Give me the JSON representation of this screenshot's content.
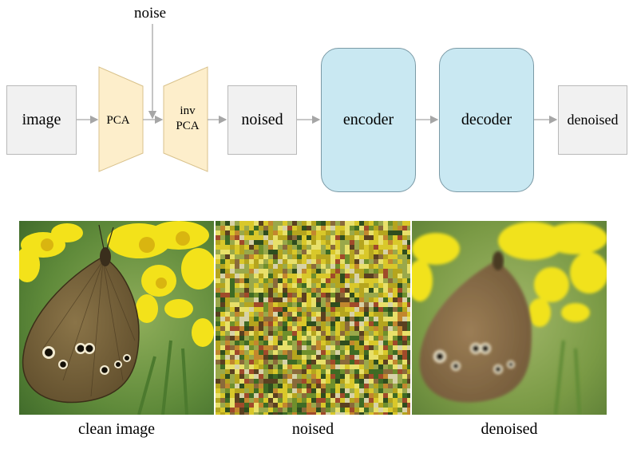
{
  "pipeline": {
    "noise_label": "noise",
    "image_label": "image",
    "pca_label": "PCA",
    "inv_pca_label": "inv\nPCA",
    "noised_label": "noised",
    "encoder_label": "encoder",
    "decoder_label": "decoder",
    "denoised_label": "denoised"
  },
  "panels": {
    "captions": [
      "clean image",
      "noised",
      "denoised"
    ]
  },
  "colors": {
    "box_fill": "#f1f1f1",
    "pca_fill": "#fdeecb",
    "network_fill": "#c9e8f2",
    "arrow": "#a6a6a6"
  }
}
